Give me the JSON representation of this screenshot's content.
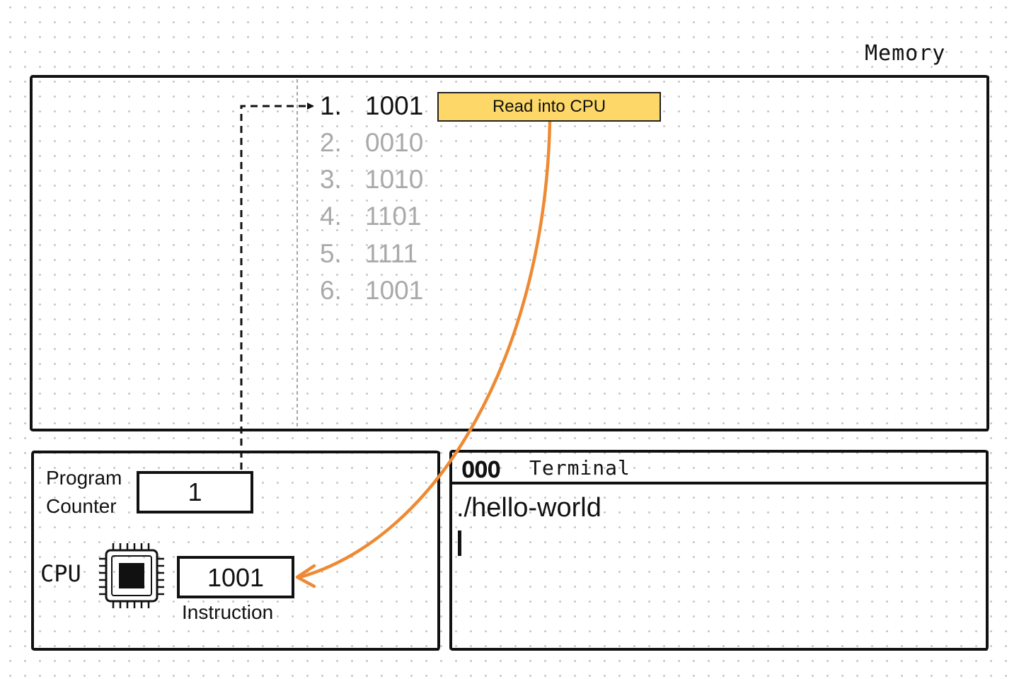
{
  "memory": {
    "label": "Memory",
    "rows": [
      {
        "num": "1.",
        "value": "1001"
      },
      {
        "num": "2.",
        "value": "0010"
      },
      {
        "num": "3.",
        "value": "1010"
      },
      {
        "num": "4.",
        "value": "1101"
      },
      {
        "num": "5.",
        "value": "1111"
      },
      {
        "num": "6.",
        "value": "1001"
      }
    ],
    "active_row": 1,
    "callout": "Read into CPU",
    "callout_color": "#fdd868"
  },
  "cpu": {
    "pc_label_line1": "Program",
    "pc_label_line2": "Counter",
    "pc_value": "1",
    "label": "CPU",
    "instruction_value": "1001",
    "instruction_caption": "Instruction",
    "chip_icon": "cpu-chip-icon"
  },
  "terminal": {
    "buttons": "OOO",
    "title": "Terminal",
    "command": "./hello-world"
  },
  "colors": {
    "arrow": "#ee8a33",
    "faded_text": "#a9a9a9"
  }
}
